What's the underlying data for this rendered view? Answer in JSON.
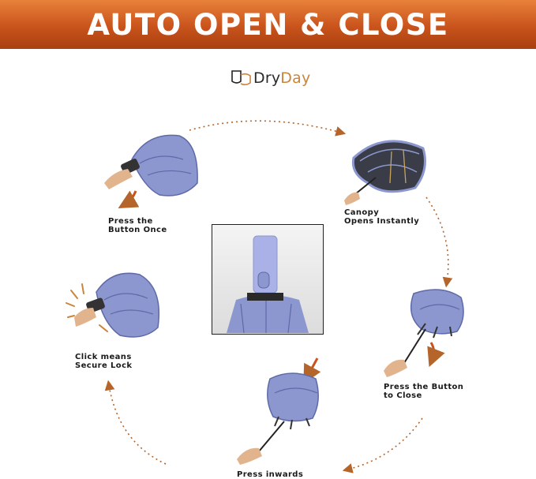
{
  "banner": {
    "title": "AUTO OPEN & CLOSE"
  },
  "logo": {
    "word_a": "Dry",
    "word_b": "Day",
    "icon": "umbrella-shield-icon"
  },
  "steps": [
    {
      "id": "press-once",
      "caption": "Press the\nButton Once"
    },
    {
      "id": "opens",
      "caption": "Canopy\nOpens Instantly"
    },
    {
      "id": "press-close",
      "caption": "Press the Button\nto Close"
    },
    {
      "id": "press-inwards",
      "caption": "Press inwards"
    },
    {
      "id": "secure-lock",
      "caption": "Click means\nSecure Lock"
    }
  ],
  "colors": {
    "banner_top": "#e8813a",
    "banner_bottom": "#a8400f",
    "canopy": "#8c97cf",
    "canopy_dark": "#5e6aa8",
    "arrow": "#b5652a",
    "text": "#1a1a1a"
  }
}
